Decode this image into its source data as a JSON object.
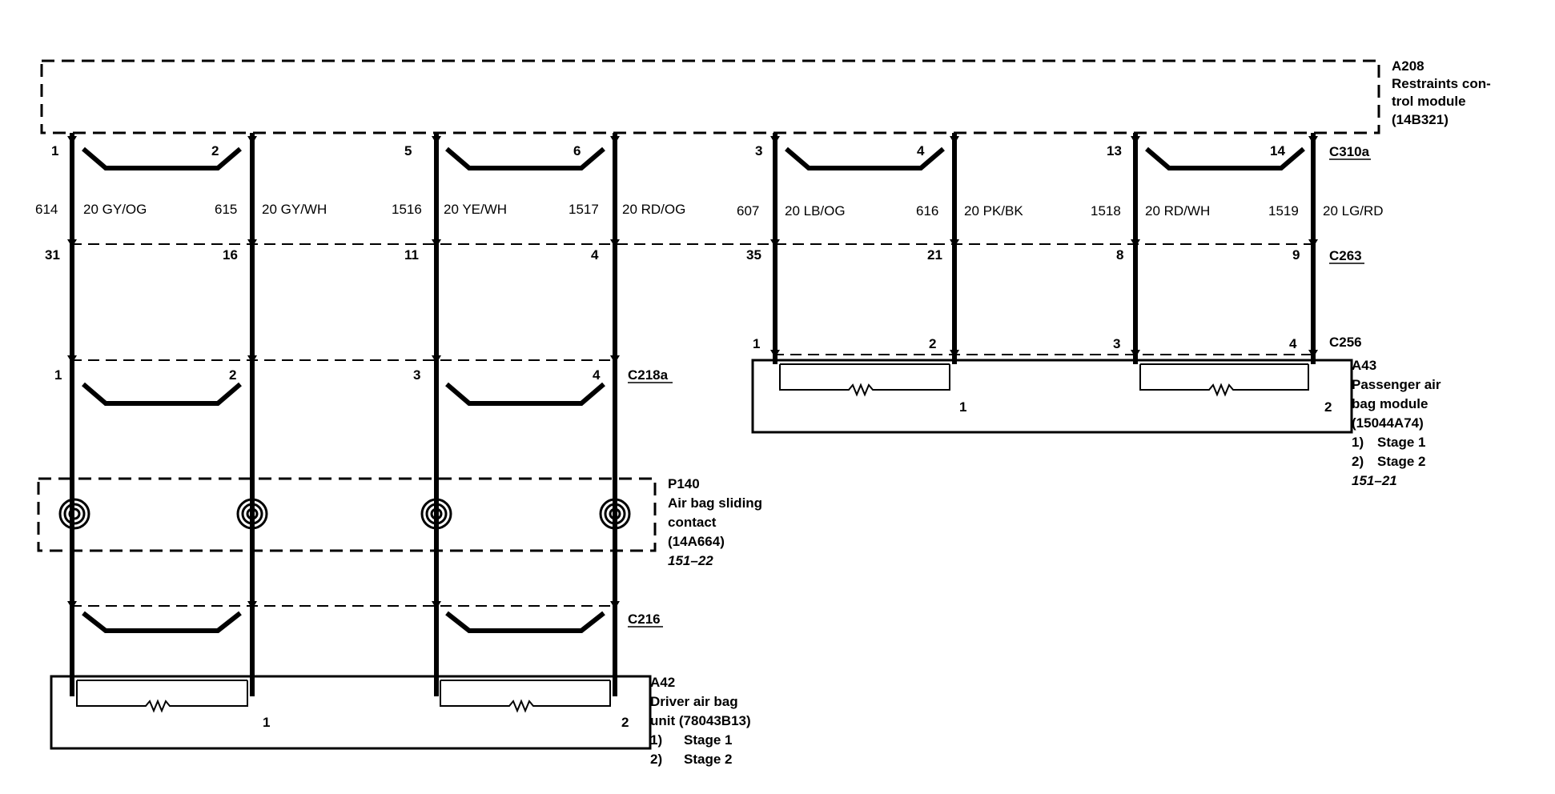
{
  "modules": {
    "rcm": {
      "id": "A208",
      "lines": [
        "Restraints con-",
        "trol module",
        "(14B321)"
      ]
    },
    "sliding_contact": {
      "id": "P140",
      "lines": [
        "Air bag sliding",
        "contact",
        "(14A664)"
      ],
      "ref": "151–22"
    },
    "driver": {
      "id": "A42",
      "lines": [
        "Driver air bag",
        "unit (78043B13)"
      ],
      "stages": [
        {
          "num": "1)",
          "label": "Stage  1"
        },
        {
          "num": "2)",
          "label": "Stage  2"
        }
      ],
      "resistor_labels": [
        "1",
        "2"
      ]
    },
    "passenger": {
      "id": "A43",
      "lines": [
        "Passenger air",
        "bag module",
        "(15044A74)"
      ],
      "stages": [
        {
          "num": "1)",
          "label": "Stage 1"
        },
        {
          "num": "2)",
          "label": "Stage 2"
        }
      ],
      "ref": "151–21",
      "resistor_labels": [
        "1",
        "2"
      ]
    }
  },
  "connectors": {
    "c310a": "C310a",
    "c263": "C263",
    "c256": "C256",
    "c218a": "C218a",
    "c216": "C216"
  },
  "wires": [
    {
      "circuit": "614",
      "color": "20 GY/OG",
      "pin_c310a": "1",
      "pin_c263": "31",
      "pin_lower": "1"
    },
    {
      "circuit": "615",
      "color": "20 GY/WH",
      "pin_c310a": "2",
      "pin_c263": "16",
      "pin_lower": "2"
    },
    {
      "circuit": "1516",
      "color": "20 YE/WH",
      "pin_c310a": "5",
      "pin_c263": "11",
      "pin_lower": "3"
    },
    {
      "circuit": "1517",
      "color": "20 RD/OG",
      "pin_c310a": "6",
      "pin_c263": "4",
      "pin_lower": "4"
    },
    {
      "circuit": "607",
      "color": "20 LB/OG",
      "pin_c310a": "3",
      "pin_c263": "35",
      "pin_lower": "1"
    },
    {
      "circuit": "616",
      "color": "20 PK/BK",
      "pin_c310a": "4",
      "pin_c263": "21",
      "pin_lower": "2"
    },
    {
      "circuit": "1518",
      "color": "20 RD/WH",
      "pin_c310a": "13",
      "pin_c263": "8",
      "pin_lower": "3"
    },
    {
      "circuit": "1519",
      "color": "20 LG/RD",
      "pin_c310a": "14",
      "pin_c263": "9",
      "pin_lower": "4"
    }
  ]
}
